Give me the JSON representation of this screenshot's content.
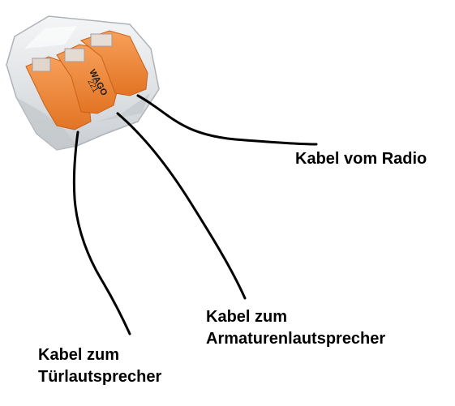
{
  "connector": {
    "brand": "WAGO",
    "model": "221",
    "colors": {
      "lever": "#F08A3A",
      "lever_dark": "#D86F22",
      "housing": "#E8EAEC",
      "housing_shadow": "#B9BDC2",
      "wire": "#000000"
    }
  },
  "labels": {
    "radio": {
      "line1": "Kabel vom Radio"
    },
    "armatur": {
      "line1": "Kabel zum",
      "line2": "Armaturenlautsprecher"
    },
    "tuer": {
      "line1": "Kabel zum",
      "line2": "Türlautsprecher"
    }
  }
}
